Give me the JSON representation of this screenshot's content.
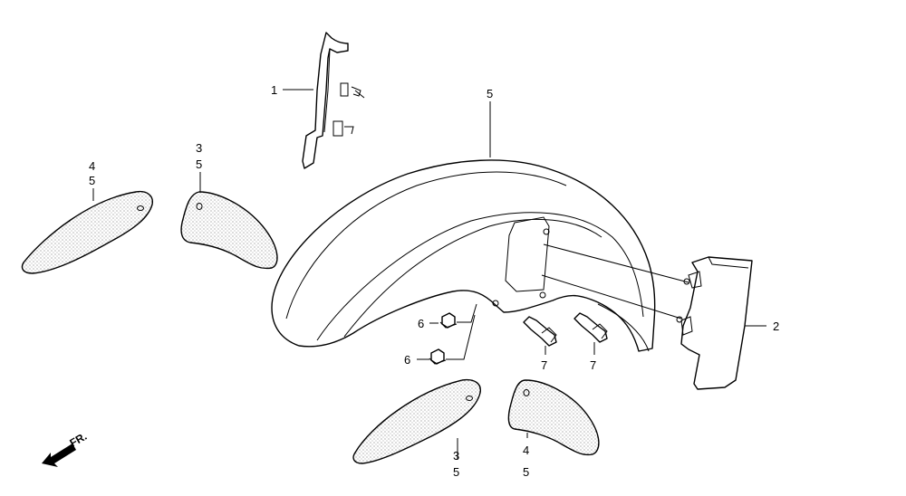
{
  "callouts": {
    "bracket_left": "1",
    "bracket_right": "2",
    "fender": "5",
    "rear_upper_strip_a": "3",
    "rear_upper_strip_b": "5",
    "front_upper_strip_a": "4",
    "front_upper_strip_b": "5",
    "front_lower_strip_a": "3",
    "front_lower_strip_b": "5",
    "rear_lower_strip_a": "4",
    "rear_lower_strip_b": "5",
    "nut_upper": "6",
    "nut_lower": "6",
    "bolt_left": "7",
    "bolt_right": "7"
  },
  "direction_arrow": {
    "label": "FR.",
    "icon": "front-direction-arrow-icon"
  }
}
